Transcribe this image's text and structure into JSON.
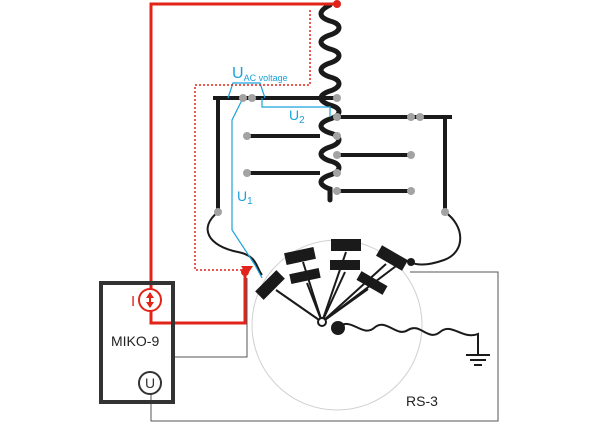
{
  "instrument": {
    "name": "MIKO-9",
    "current_symbol": "I",
    "voltage_symbol": "U"
  },
  "switch": {
    "name": "RS-3"
  },
  "voltages": {
    "ac_main": "U",
    "ac_sub": "AC voltage",
    "u2_main": "U",
    "u2_sub": "2",
    "u1_main": "U",
    "u1_sub": "1"
  },
  "colors": {
    "current_wire": "#e2231a",
    "voltage_wire": "#1aa3d9",
    "winding": "#1a1a1a",
    "measure_wire": "#555555",
    "terminal": "#a3a3a3",
    "switch_circle": "#d0d0d0"
  }
}
